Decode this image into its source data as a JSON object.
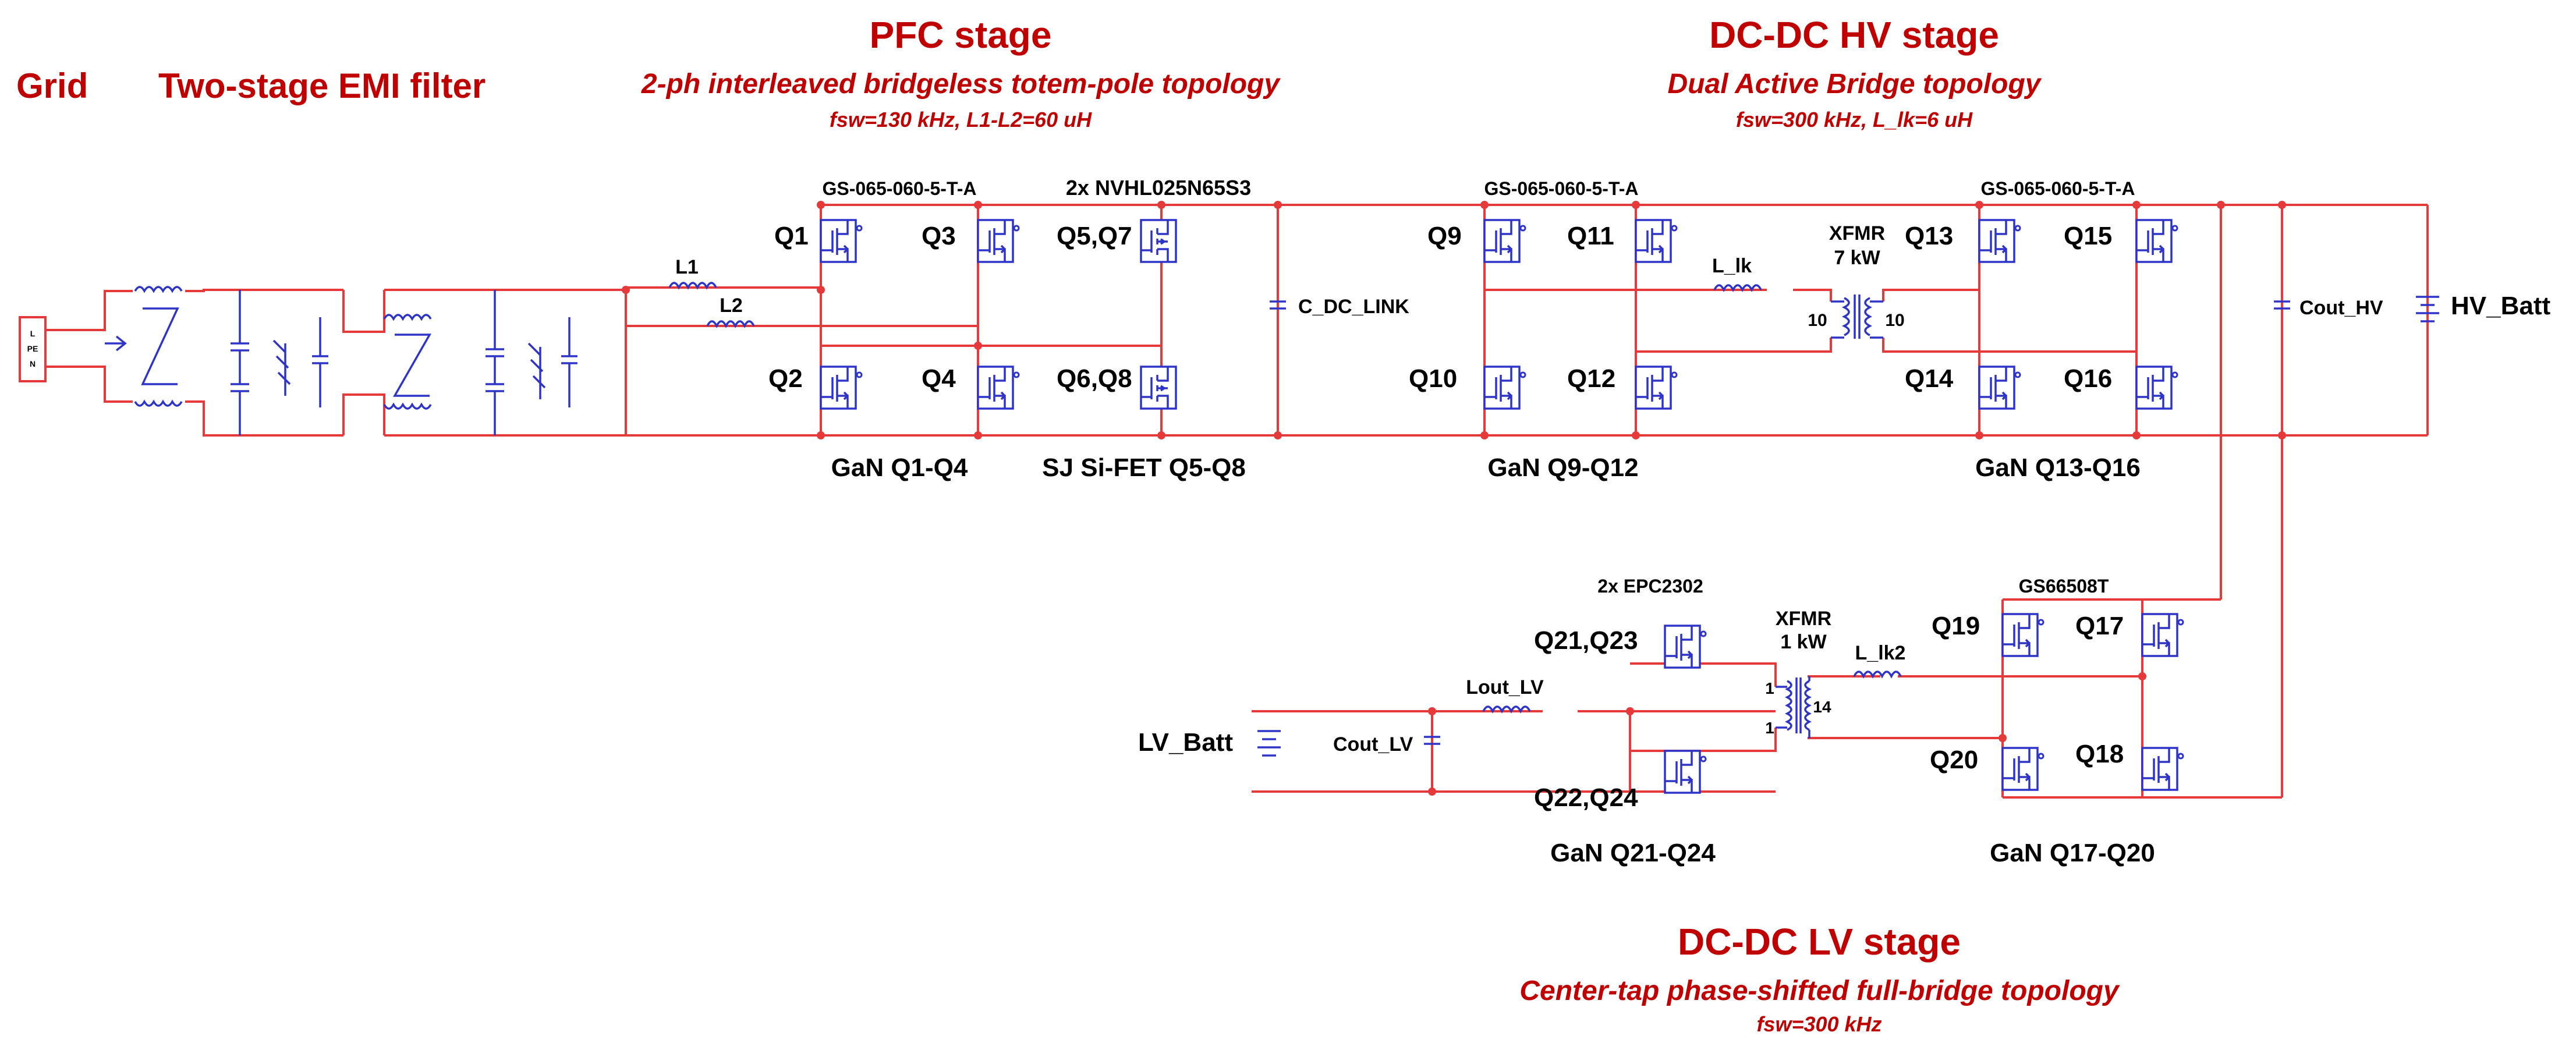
{
  "headings": {
    "grid": "Grid",
    "emi": "Two-stage EMI filter",
    "pfc": {
      "title": "PFC stage",
      "subtitle": "2-ph interleaved bridgeless totem-pole topology",
      "params": "fsw=130 kHz, L1-L2=60 uH"
    },
    "hv": {
      "title": "DC-DC HV stage",
      "subtitle": "Dual Active Bridge topology",
      "params": "fsw=300 kHz, L_lk=6 uH"
    },
    "lv": {
      "title": "DC-DC LV stage",
      "subtitle": "Center-tap phase-shifted full-bridge topology",
      "params": "fsw=300 kHz"
    }
  },
  "parts": {
    "pfc_gan": "GS-065-060-5-T-A",
    "pfc_si": "2x NVHL025N65S3",
    "hv_gan_a": "GS-065-060-5-T-A",
    "hv_gan_b": "GS-065-060-5-T-A",
    "lv_gan_sec": "GS66508T",
    "lv_gan_pri": "2x EPC2302"
  },
  "switches": {
    "q1": "Q1",
    "q2": "Q2",
    "q3": "Q3",
    "q4": "Q4",
    "q57": "Q5,Q7",
    "q68": "Q6,Q8",
    "q9": "Q9",
    "q10": "Q10",
    "q11": "Q11",
    "q12": "Q12",
    "q13": "Q13",
    "q14": "Q14",
    "q15": "Q15",
    "q16": "Q16",
    "q17": "Q17",
    "q18": "Q18",
    "q19": "Q19",
    "q20": "Q20",
    "q2123": "Q21,Q23",
    "q2224": "Q22,Q24"
  },
  "groups": {
    "pfc_gan": "GaN Q1-Q4",
    "pfc_si": "SJ Si-FET Q5-Q8",
    "hv_a": "GaN Q9-Q12",
    "hv_b": "GaN Q13-Q16",
    "lv_pri": "GaN Q21-Q24",
    "lv_sec": "GaN Q17-Q20"
  },
  "components": {
    "l1": "L1",
    "l2": "L2",
    "cdc": "C_DC_LINK",
    "llk": "L_lk",
    "xfmr_hv": "XFMR",
    "xfmr_hv_rating": "7 kW",
    "hv_turns_a": "10",
    "hv_turns_b": "10",
    "couthv": "Cout_HV",
    "hvbatt": "HV_Batt",
    "xfmr_lv": "XFMR",
    "xfmr_lv_rating": "1 kW",
    "llk2": "L_lk2",
    "lv_turns_a": "1",
    "lv_turns_b": "1",
    "lv_turns_c": "14",
    "loutlv": "Lout_LV",
    "coutlv": "Cout_LV",
    "lvbatt": "LV_Batt",
    "source_l": "L",
    "source_pe": "PE",
    "source_n": "N"
  }
}
